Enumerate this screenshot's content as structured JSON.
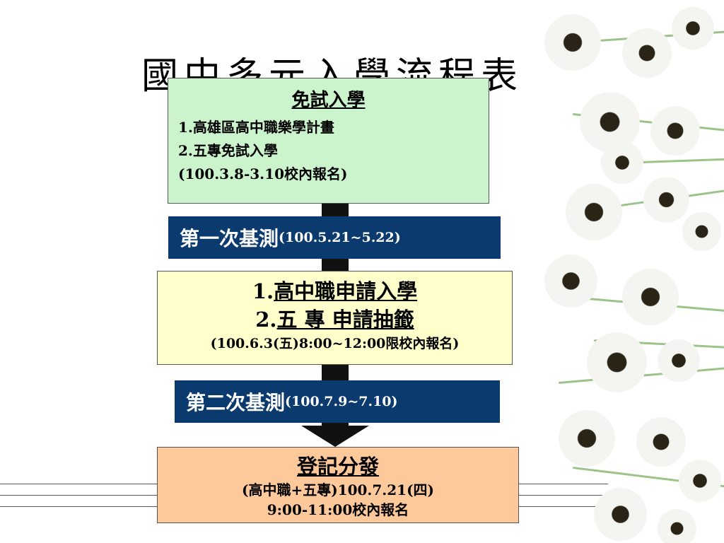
{
  "title": "國中多元入學流程表",
  "step1": {
    "heading": "免試入學",
    "item1": "1.高雄區高中職樂學計畫",
    "item2": "2.五專免試入學",
    "date": "(100.3.8-3.10校內報名)"
  },
  "exam1": {
    "label": "第一次基測",
    "date": "(100.5.21~5.22)"
  },
  "step2": {
    "item1_num": "1.",
    "item1_text": "高中職申請入學",
    "item2_num": "2.",
    "item2_text": "五 專 申請抽籤",
    "date": "(100.6.3(五)8:00~12:00限校內報名)"
  },
  "exam2": {
    "label": "第二次基測",
    "date": "(100.7.9~7.10)"
  },
  "step3": {
    "heading": "登記分發",
    "line1": "(高中職+五專)100.7.21(四)",
    "line2": "9:00-11:00校內報名"
  },
  "colors": {
    "green_box": "#ccf4cc",
    "yellow_box": "#ffffcc",
    "orange_box": "#fdc89a",
    "navy_band": "#0b3a6e"
  }
}
